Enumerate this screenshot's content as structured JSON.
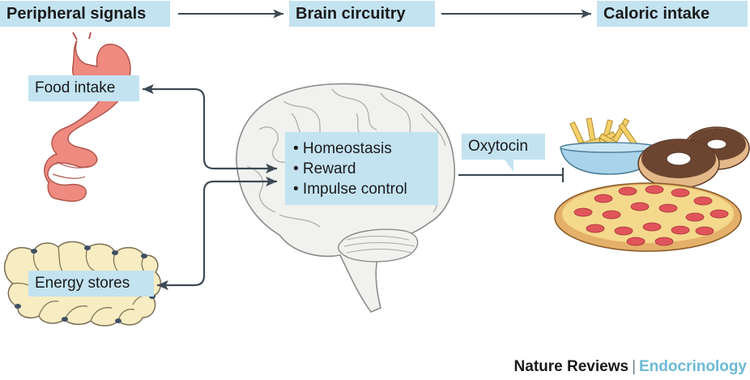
{
  "header": {
    "peripheral": "Peripheral signals",
    "brain": "Brain circuitry",
    "caloric": "Caloric intake"
  },
  "labels": {
    "food_intake": "Food intake",
    "energy_stores": "Energy stores",
    "oxytocin": "Oxytocin"
  },
  "brain_functions": [
    "• Homeostasis",
    "• Reward",
    "• Impulse control"
  ],
  "credit": {
    "journal": "Nature Reviews",
    "separator": "|",
    "section": "Endocrinology"
  },
  "colors": {
    "label_bg": "#c3e3f1",
    "arrow": "#3d4a55",
    "stomach": "#ee8a80",
    "fat_cell": "#f8ecc2",
    "brain": "#f1f1ef",
    "pizza": "#f4d98c",
    "pepperoni": "#e0555a",
    "donut": "#6b4530",
    "fries": "#f4d06a",
    "accent": "#6cbad6"
  },
  "icons": [
    "stomach-intestine-icon",
    "fat-cells-icon",
    "brain-icon",
    "fries-bowl-icon",
    "donut-icon",
    "pizza-icon"
  ]
}
